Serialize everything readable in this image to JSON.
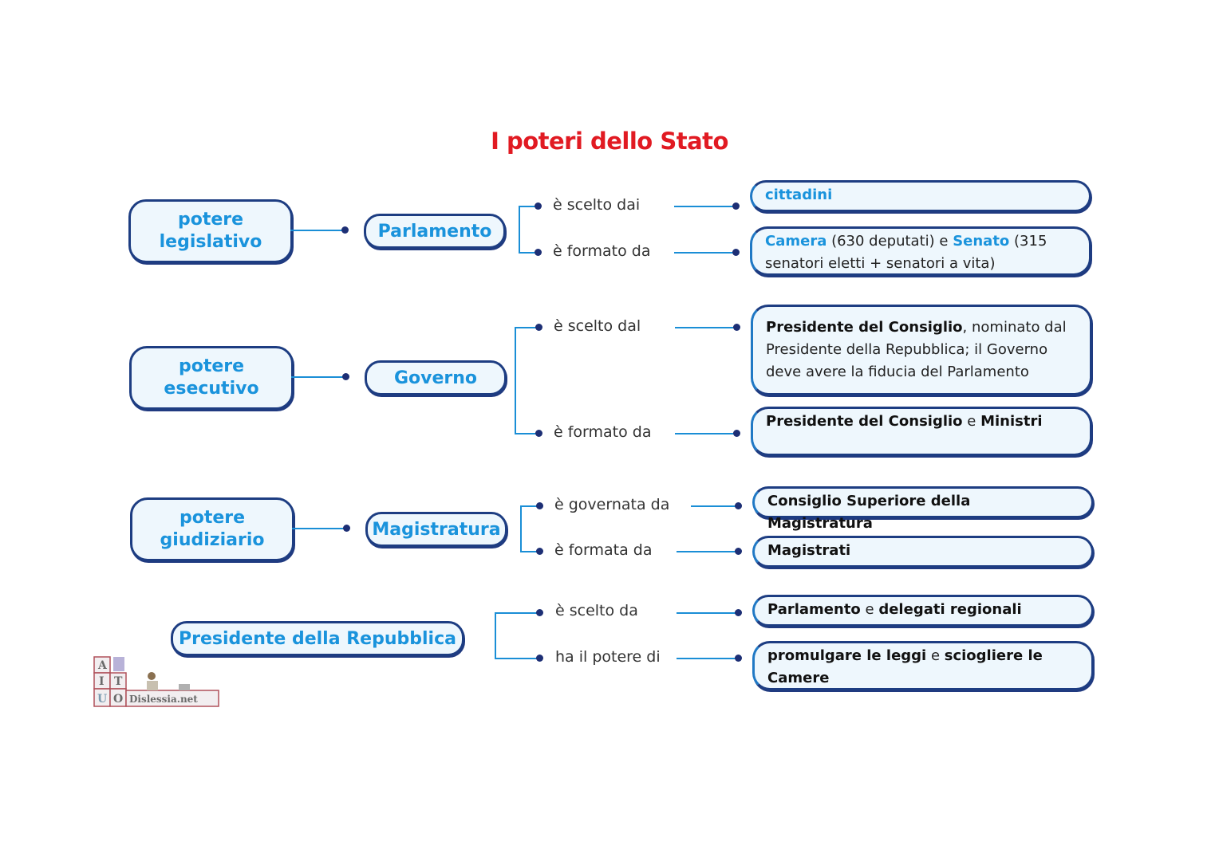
{
  "title": "I poteri dello Stato",
  "colors": {
    "title": "#e11a22",
    "accent_blue": "#1a93dc",
    "border_navy": "#1d3d82",
    "box_fill": "#eef7fd"
  },
  "powers": [
    {
      "label": "potere legislativo",
      "organ": "Parlamento",
      "relations": [
        {
          "label": "è scelto dai",
          "answer": [
            {
              "text": "cittadini",
              "style": "blue"
            }
          ]
        },
        {
          "label": "è formato da",
          "answer": [
            {
              "text": "Camera",
              "style": "blue"
            },
            {
              "text": " (630 deputati) e ",
              "style": "normal"
            },
            {
              "text": "Senato",
              "style": "blue"
            },
            {
              "text": " (315 senatori eletti + senatori a vita)",
              "style": "normal"
            }
          ]
        }
      ]
    },
    {
      "label": "potere esecutivo",
      "organ": "Governo",
      "relations": [
        {
          "label": "è scelto dal",
          "answer": [
            {
              "text": "Presidente del Consiglio",
              "style": "bold"
            },
            {
              "text": ", nominato dal Presidente della Repubblica; il Governo deve avere la fiducia del Parlamento",
              "style": "normal"
            }
          ]
        },
        {
          "label": "è formato da",
          "answer": [
            {
              "text": "Presidente del Consiglio",
              "style": "bold"
            },
            {
              "text": " e ",
              "style": "normal"
            },
            {
              "text": "Ministri",
              "style": "bold"
            }
          ]
        }
      ]
    },
    {
      "label": "potere giudiziario",
      "organ": "Magistratura",
      "relations": [
        {
          "label": "è governata da",
          "answer": [
            {
              "text": "Consiglio Superiore della Magistratura",
              "style": "bold"
            }
          ]
        },
        {
          "label": "è formata da",
          "answer": [
            {
              "text": "Magistrati",
              "style": "bold"
            }
          ]
        }
      ]
    }
  ],
  "president": {
    "label": "Presidente della Repubblica",
    "relations": [
      {
        "label": "è scelto da",
        "answer": [
          {
            "text": "Parlamento",
            "style": "bold"
          },
          {
            "text": " e ",
            "style": "normal"
          },
          {
            "text": "delegati regionali",
            "style": "bold"
          }
        ]
      },
      {
        "label": "ha il potere di",
        "answer": [
          {
            "text": "promulgare le leggi",
            "style": "bold"
          },
          {
            "text": " e ",
            "style": "normal"
          },
          {
            "text": "sciogliere le Camere",
            "style": "bold"
          }
        ]
      }
    ]
  },
  "logo": {
    "letters": [
      "A",
      "I",
      "T",
      "U",
      "O"
    ],
    "text": "Dislessia.net"
  }
}
